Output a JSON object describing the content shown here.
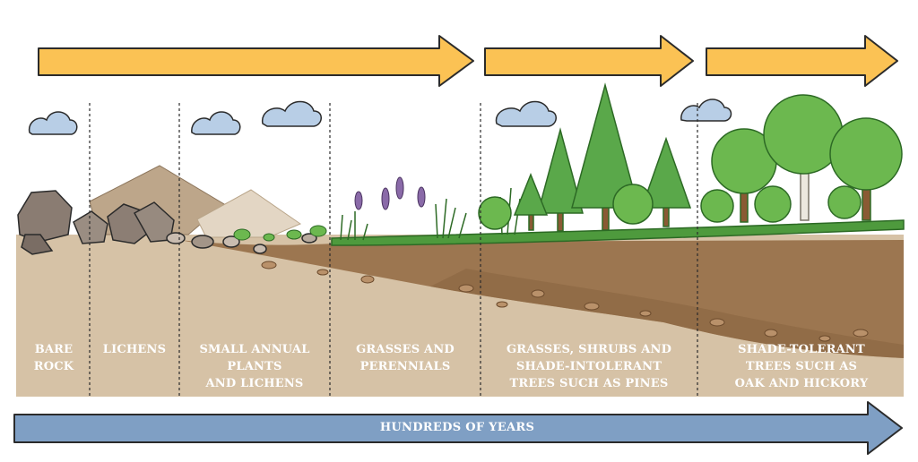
{
  "stages": [
    {
      "label": "BARE\nROCK"
    },
    {
      "label": "LICHENS"
    },
    {
      "label": "SMALL ANNUAL\nPLANTS\nAND LICHENS"
    },
    {
      "label": "GRASSES AND\nPERENNIALS"
    },
    {
      "label": "GRASSES, SHRUBS AND\nSHADE-INTOLERANT\nTREES SUCH AS PINES"
    },
    {
      "label": "SHADE-TOLERANT\nTREES SUCH AS\nOAK AND HICKORY"
    }
  ],
  "time_arrow": {
    "label": "HUNDREDS OF YEARS"
  },
  "colors": {
    "progress_arrow": "#fbc254",
    "time_arrow": "#7f9fc4",
    "soil_light": "#d6c2a6",
    "soil_dark": "#9c7650",
    "grass": "#4e9a3d",
    "tree": "#6cb84f",
    "cloud": "#b8cee6"
  },
  "icons": [
    "cloud-icon",
    "rock-icon",
    "mountain-icon",
    "grass-icon",
    "pine-tree-icon",
    "deciduous-tree-icon",
    "shrub-icon"
  ]
}
